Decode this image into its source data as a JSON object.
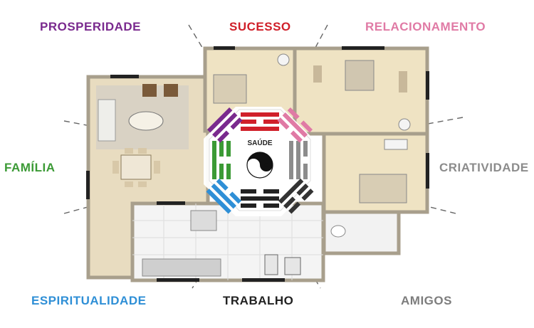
{
  "areas": {
    "prosperidade": {
      "label": "PROSPERIDADE",
      "color": "#7a2a8e"
    },
    "sucesso": {
      "label": "SUCESSO",
      "color": "#d0202a"
    },
    "relacionamento": {
      "label": "RELACIONAMENTO",
      "color": "#e07aa5"
    },
    "familia": {
      "label": "FAMÍLIA",
      "color": "#3b9a35"
    },
    "criatividade": {
      "label": "CRIATIVIDADE",
      "color": "#8c8c8c"
    },
    "espiritualidade": {
      "label": "ESPIRITUALIDADE",
      "color": "#2f8fd6"
    },
    "trabalho": {
      "label": "TRABALHO",
      "color": "#222222"
    },
    "amigos": {
      "label": "AMIGOS",
      "color": "#7d7d7d"
    }
  },
  "center": {
    "label": "SAÚDE"
  },
  "icons": {
    "bagua": "bagua-octagon-icon",
    "yin_yang": "yin-yang-icon",
    "floor_plan": "floor-plan-illustration"
  }
}
